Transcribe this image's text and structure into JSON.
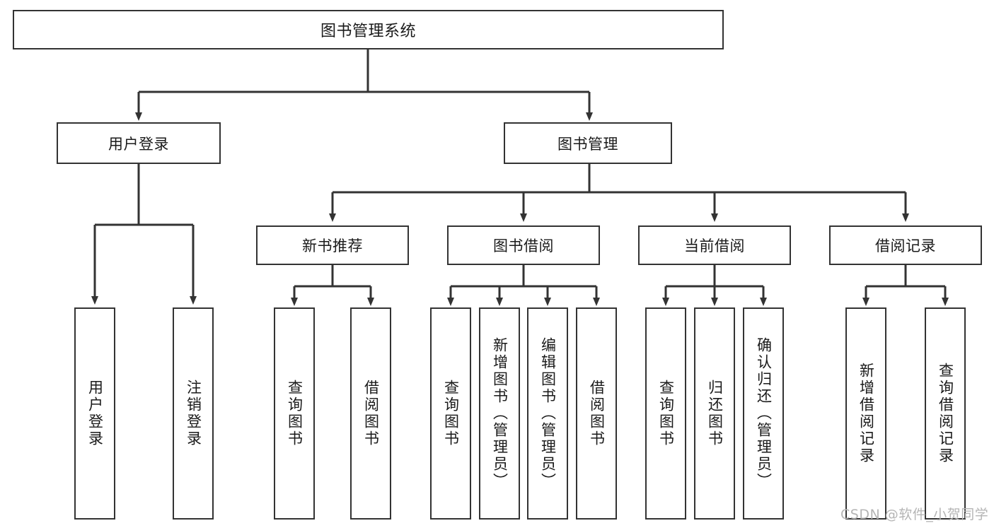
{
  "diagram": {
    "title": "图书管理系统",
    "type": "hierarchy-tree",
    "colors": {
      "box_border": "#333333",
      "box_fill": "#ffffff",
      "line": "#333333",
      "text": "#1a1a1a",
      "watermark": "#b5b5b5",
      "background": "#ffffff"
    },
    "root": {
      "label": "图书管理系统",
      "orientation": "horizontal"
    },
    "level2": [
      {
        "label": "用户登录",
        "orientation": "horizontal"
      },
      {
        "label": "图书管理",
        "orientation": "horizontal"
      }
    ],
    "level3": [
      {
        "label": "新书推荐",
        "orientation": "horizontal"
      },
      {
        "label": "图书借阅",
        "orientation": "horizontal"
      },
      {
        "label": "当前借阅",
        "orientation": "horizontal"
      },
      {
        "label": "借阅记录",
        "orientation": "horizontal"
      }
    ],
    "leaves": {
      "user_login": [
        {
          "label": "用户登录",
          "orientation": "vertical"
        },
        {
          "label": "注销登录",
          "orientation": "vertical"
        }
      ],
      "new_book_recommend": [
        {
          "label": "查询图书",
          "orientation": "vertical"
        },
        {
          "label": "借阅图书",
          "orientation": "vertical"
        }
      ],
      "book_borrow": [
        {
          "label": "查询图书",
          "orientation": "vertical"
        },
        {
          "label": "新增图书（管理员）",
          "orientation": "vertical"
        },
        {
          "label": "编辑图书（管理员）",
          "orientation": "vertical"
        },
        {
          "label": "借阅图书",
          "orientation": "vertical"
        }
      ],
      "current_borrow": [
        {
          "label": "查询图书",
          "orientation": "vertical"
        },
        {
          "label": "归还图书",
          "orientation": "vertical"
        },
        {
          "label": "确认归还（管理员）",
          "orientation": "vertical"
        }
      ],
      "borrow_record": [
        {
          "label": "新增借阅记录",
          "orientation": "vertical"
        },
        {
          "label": "查询借阅记录",
          "orientation": "vertical"
        }
      ]
    },
    "watermark": "CSDN @软件_小贺同学"
  }
}
